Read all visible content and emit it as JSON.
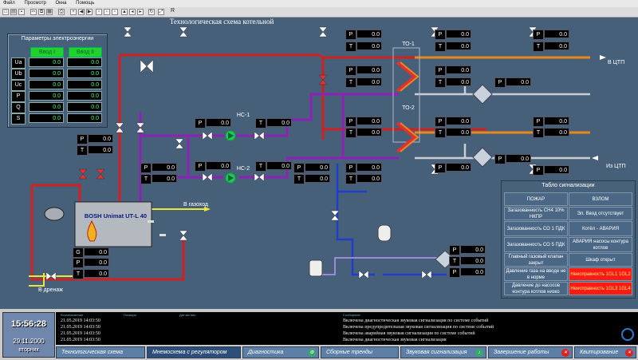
{
  "menu": [
    "Файл",
    "Просмотр",
    "Окна",
    "Помощь"
  ],
  "toolbar_r": "R",
  "scheme_title": "Технологическая схема котельной",
  "power": {
    "title": "Параметры электроэнергии",
    "inputs": [
      "Ввод I",
      "Ввод II"
    ],
    "rows": [
      {
        "label": "Ua",
        "v1": "0.0",
        "v2": "0.0"
      },
      {
        "label": "Ub",
        "v1": "0.0",
        "v2": "0.0"
      },
      {
        "label": "Uc",
        "v1": "0.0",
        "v2": "0.0"
      },
      {
        "label": "P",
        "v1": "0.0",
        "v2": "0.0"
      },
      {
        "label": "Q",
        "v1": "0.0",
        "v2": "0.0"
      },
      {
        "label": "S",
        "v1": "0.0",
        "v2": "0.0"
      }
    ]
  },
  "labels": {
    "to1": "ТО-1",
    "to2": "ТО-2",
    "hs1": "НС-1",
    "hs2": "НС-2",
    "to_cts": "В ЦТП",
    "from_cts": "Из ЦТП",
    "gas": "В газоход",
    "drain": "В дренаж",
    "boiler": "BOSH Unimat UT-L 40"
  },
  "meters": [
    {
      "id": "m1",
      "label": "P",
      "value": "0.0"
    },
    {
      "id": "m2",
      "label": "T",
      "value": "0.0"
    },
    {
      "id": "m3",
      "label": "P",
      "value": "0.0"
    },
    {
      "id": "m4",
      "label": "T",
      "value": "0.0"
    },
    {
      "id": "m5",
      "label": "P",
      "value": "0.0"
    },
    {
      "id": "m6",
      "label": "T",
      "value": "0.0"
    },
    {
      "id": "m7",
      "label": "P",
      "value": "0.0"
    },
    {
      "id": "m8",
      "label": "T",
      "value": "0.0"
    },
    {
      "id": "m9",
      "label": "P",
      "value": "0.0"
    },
    {
      "id": "m10",
      "label": "P",
      "value": "0.0"
    },
    {
      "id": "m11",
      "label": "T",
      "value": "0.0"
    },
    {
      "id": "m12",
      "label": "P",
      "value": "0.0"
    },
    {
      "id": "m13",
      "label": "T",
      "value": "0.0"
    },
    {
      "id": "m14",
      "label": "P",
      "value": "0.0"
    },
    {
      "id": "m15",
      "label": "T",
      "value": "0.0"
    },
    {
      "id": "m16",
      "label": "P",
      "value": "0.0"
    },
    {
      "id": "m17",
      "label": "T",
      "value": "0.0"
    },
    {
      "id": "m18",
      "label": "P",
      "value": "0.0"
    },
    {
      "id": "m19",
      "label": "P",
      "value": "0.0"
    },
    {
      "id": "m20",
      "label": "T",
      "value": "0.0"
    },
    {
      "id": "m21",
      "label": "P",
      "value": "0.0"
    },
    {
      "id": "m22",
      "label": "P",
      "value": "0.0"
    },
    {
      "id": "m23",
      "label": "P",
      "value": "0.0"
    },
    {
      "id": "m24",
      "label": "T",
      "value": "0.0"
    },
    {
      "id": "m25",
      "label": "P",
      "value": "0.0"
    },
    {
      "id": "m26",
      "label": "T",
      "value": "0.0"
    },
    {
      "id": "m27",
      "label": "P",
      "value": "0.0"
    },
    {
      "id": "m28",
      "label": "T",
      "value": "0.0"
    },
    {
      "id": "m29",
      "label": "P",
      "value": "0.0"
    },
    {
      "id": "m30",
      "label": "T",
      "value": "0.0"
    },
    {
      "id": "m31",
      "label": "G",
      "value": "0.0"
    },
    {
      "id": "m32",
      "label": "P",
      "value": "0.0"
    },
    {
      "id": "m33",
      "label": "T",
      "value": "0.0"
    },
    {
      "id": "m34",
      "label": "P",
      "value": "0.0"
    },
    {
      "id": "m35",
      "label": "T",
      "value": "0.0"
    },
    {
      "id": "m36",
      "label": "P",
      "value": "0.0"
    },
    {
      "id": "m37",
      "label": "T",
      "value": "0.0"
    },
    {
      "id": "m38",
      "label": "P",
      "value": "0.0"
    },
    {
      "id": "m39",
      "label": "P",
      "value": "0.0"
    },
    {
      "id": "m40",
      "label": "T",
      "value": "0.0"
    }
  ],
  "alarm": {
    "title": "Табло сигнализации",
    "cells": [
      {
        "text": "ПОЖАР",
        "state": "normal"
      },
      {
        "text": "ВЗЛОМ",
        "state": "normal"
      },
      {
        "text": "Загазованность СН4 10% НКПР",
        "state": "normal"
      },
      {
        "text": "Эл. Ввод отсутствует",
        "state": "normal"
      },
      {
        "text": "Загазованность СО 1 ПДК",
        "state": "normal"
      },
      {
        "text": "Котёл - АВАРИЯ",
        "state": "normal"
      },
      {
        "text": "Загазованность СО 5 ПДК",
        "state": "normal"
      },
      {
        "text": "АВАРИЯ насосы контура котлов",
        "state": "normal"
      },
      {
        "text": "Главный газовый клапан закрыт",
        "state": "normal"
      },
      {
        "text": "Шкаф открыт",
        "state": "normal"
      },
      {
        "text": "Давление газа на вводе не в норме",
        "state": "normal"
      },
      {
        "text": "Неисправность 1GL1 1GL2",
        "state": "fault"
      },
      {
        "text": "Давление до насосов контура котлов низко",
        "state": "normal"
      },
      {
        "text": "Неисправность 1GL3 1GL4",
        "state": "fault"
      }
    ]
  },
  "clock": {
    "time": "15:56:28",
    "date": "29.11.2000",
    "weekday": "вторник"
  },
  "log": {
    "headers": [
      "Возникновение",
      "Позиция",
      "Датчик вал",
      "Сообщение"
    ],
    "rows": [
      {
        "time": "21.05.2019 14:03:50",
        "msg": "Включена диагностическая звуковая сигнализация по системе событий"
      },
      {
        "time": "21.05.2019 14:03:50",
        "msg": "Включена предупредительная звуковая сигнализация по системе событий"
      },
      {
        "time": "21.05.2019 14:03:50",
        "msg": "Включена аварийная звуковая сигнализация по системе событий"
      },
      {
        "time": "21.05.2019 14:03:50",
        "msg": "Включена диагностическая звуковая сигнализация"
      }
    ]
  },
  "tabs": [
    {
      "label": "Технологическая схема"
    },
    {
      "label": "Мнемосхема с регулятором"
    },
    {
      "label": "Диагностика"
    },
    {
      "label": "Сборные тренды"
    },
    {
      "label": "Звуковая сигнализация"
    },
    {
      "label": "Завершение работы"
    },
    {
      "label": "Квитирование"
    }
  ]
}
